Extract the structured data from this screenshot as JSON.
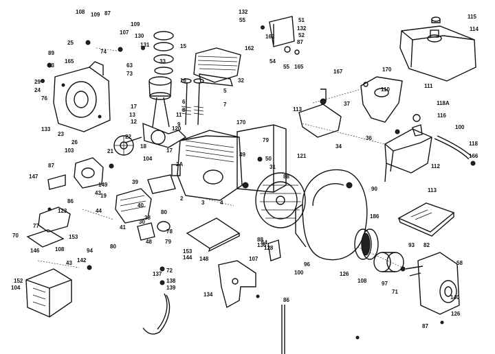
{
  "diagram": {
    "callouts": [
      "108",
      "109",
      "87",
      "109",
      "107",
      "130",
      "131",
      "15",
      "115",
      "114",
      "132",
      "55",
      "51",
      "132",
      "52",
      "162",
      "87",
      "162",
      "54",
      "55",
      "165",
      "25",
      "74",
      "89",
      "165",
      "53",
      "63",
      "73",
      "33",
      "16",
      "32",
      "29",
      "24",
      "76",
      "13",
      "6",
      "8",
      "17",
      "5",
      "7",
      "11",
      "9",
      "167",
      "170",
      "110",
      "37",
      "111",
      "118A",
      "116",
      "133",
      "23",
      "26",
      "103",
      "12",
      "22",
      "120",
      "21",
      "18",
      "104",
      "17",
      "2A",
      "3",
      "113",
      "34",
      "170",
      "36",
      "100",
      "118",
      "166",
      "112",
      "113",
      "121",
      "79",
      "49",
      "50",
      "31",
      "88",
      "87",
      "147",
      "149",
      "43",
      "19",
      "39",
      "40",
      "38",
      "2",
      "4",
      "90",
      "86",
      "123",
      "41",
      "80",
      "77",
      "44",
      "48",
      "30",
      "186",
      "70",
      "153",
      "146",
      "78",
      "108",
      "80",
      "142",
      "43",
      "94",
      "93",
      "82",
      "152",
      "108",
      "153",
      "144",
      "79",
      "148",
      "107",
      "100",
      "126",
      "104",
      "97",
      "71",
      "72",
      "138",
      "139",
      "137",
      "134",
      "64",
      "128",
      "96",
      "58",
      "136",
      "86",
      "87",
      "140",
      "126",
      "88"
    ]
  }
}
